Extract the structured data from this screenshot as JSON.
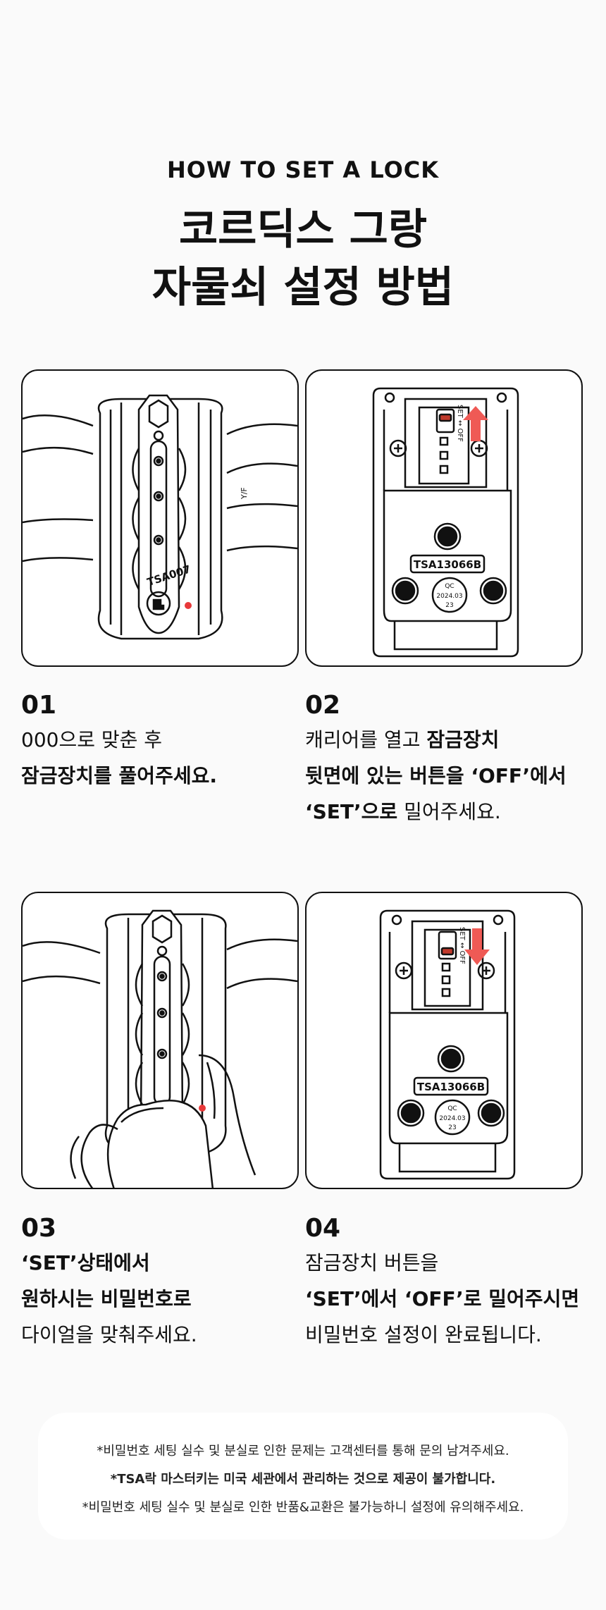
{
  "header": {
    "eyebrow": "HOW TO SET A LOCK",
    "title_line1": "코르딕스 그랑",
    "title_line2": "자물쇠 설정 방법"
  },
  "illustrations": {
    "lock_model": "TSA007",
    "tag_text": "Y/F",
    "lock_code": "TSA13066B",
    "qc_label": "QC",
    "qc_date": "2024.03",
    "qc_day": "23",
    "switch_label": "SET ↔ OFF",
    "accent_color": "#e8393a",
    "arrow_color": "#ef5a55"
  },
  "steps": [
    {
      "num": "01",
      "lines": [
        [
          {
            "t": "000으로 맞춘 후",
            "b": false
          }
        ],
        [
          {
            "t": "잠금장치를 풀어주세요.",
            "b": true
          }
        ]
      ]
    },
    {
      "num": "02",
      "lines": [
        [
          {
            "t": "캐리어를 열고 ",
            "b": false
          },
          {
            "t": "잠금장치",
            "b": true
          }
        ],
        [
          {
            "t": "뒷면에 있는 버튼을 ‘OFF’에서",
            "b": true
          }
        ],
        [
          {
            "t": "‘SET’으로",
            "b": true
          },
          {
            "t": " 밀어주세요.",
            "b": false
          }
        ]
      ]
    },
    {
      "num": "03",
      "lines": [
        [
          {
            "t": "‘SET’상태에서",
            "b": true
          }
        ],
        [
          {
            "t": "원하시는 비밀번호로",
            "b": true
          }
        ],
        [
          {
            "t": "다이얼을 맞춰주세요.",
            "b": false
          }
        ]
      ]
    },
    {
      "num": "04",
      "lines": [
        [
          {
            "t": "잠금장치 버튼을",
            "b": false
          }
        ],
        [
          {
            "t": "‘SET’에서 ‘OFF’로 밀어주시면",
            "b": true
          }
        ],
        [
          {
            "t": "비밀번호 설정이 완료됩니다.",
            "b": false
          }
        ]
      ]
    }
  ],
  "notice": {
    "line1": "*비밀번호 세팅 실수 및 분실로 인한 문제는 고객센터를 통해 문의 남겨주세요.",
    "line2": "*TSA락 마스터키는 미국 세관에서 관리하는 것으로 제공이 불가합니다.",
    "line3": "*비밀번호 세팅 실수 및 분실로 인한 반품&교환은 불가능하니 설정에 유의해주세요."
  }
}
